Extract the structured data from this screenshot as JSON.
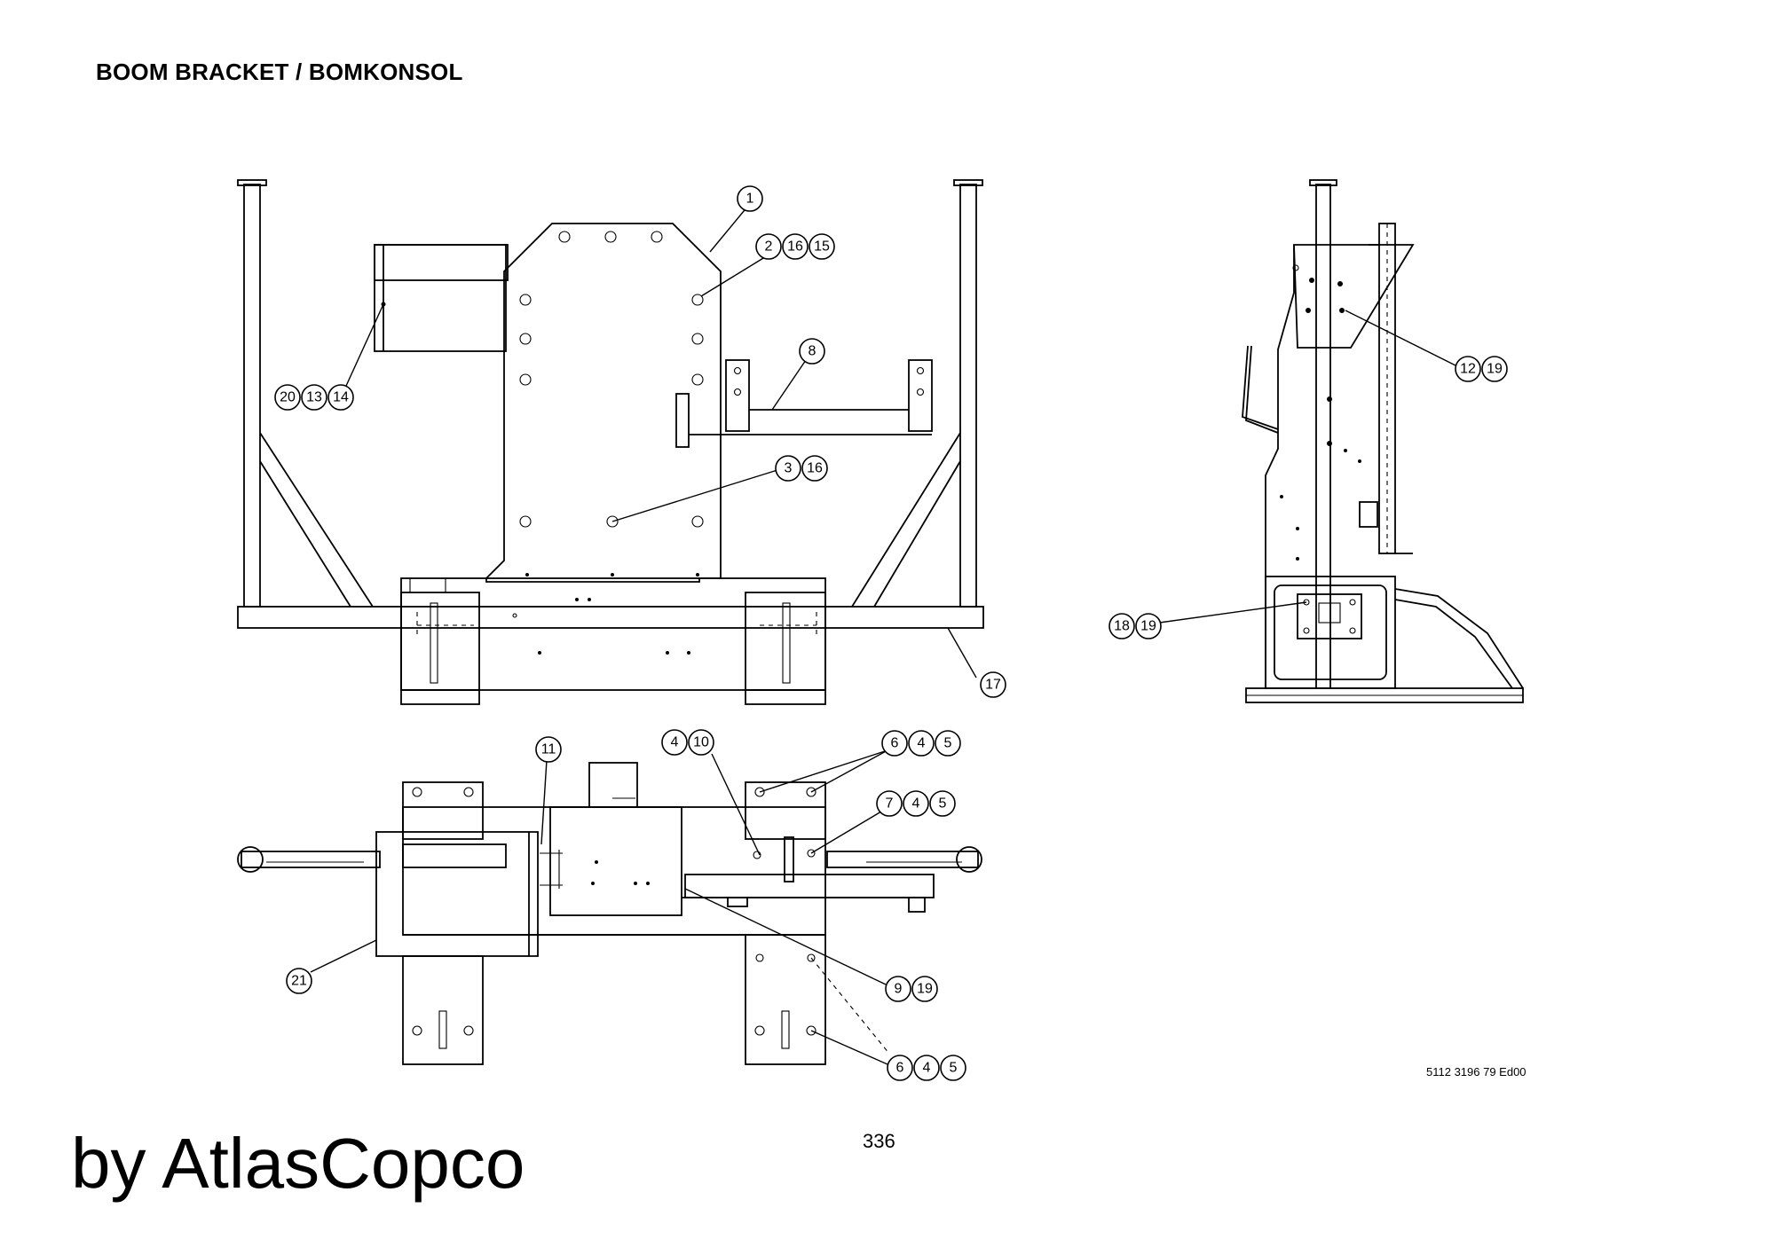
{
  "title": "BOOM BRACKET / BOMKONSOL",
  "doc_number": "5112 3196 79 Ed00",
  "page_number": "336",
  "brand": "by AtlasCopco",
  "callouts": {
    "c1": [
      "1"
    ],
    "c2": [
      "2",
      "16",
      "15"
    ],
    "c8": [
      "8"
    ],
    "c20": [
      "20",
      "13",
      "14"
    ],
    "c3": [
      "3",
      "16"
    ],
    "c17": [
      "17"
    ],
    "c12": [
      "12",
      "19"
    ],
    "c18": [
      "18",
      "19"
    ],
    "c11": [
      "11"
    ],
    "c4": [
      "4",
      "10"
    ],
    "c6a": [
      "6",
      "4",
      "5"
    ],
    "c7": [
      "7",
      "4",
      "5"
    ],
    "c21": [
      "21"
    ],
    "c9": [
      "9",
      "19"
    ],
    "c6b": [
      "6",
      "4",
      "5"
    ]
  }
}
